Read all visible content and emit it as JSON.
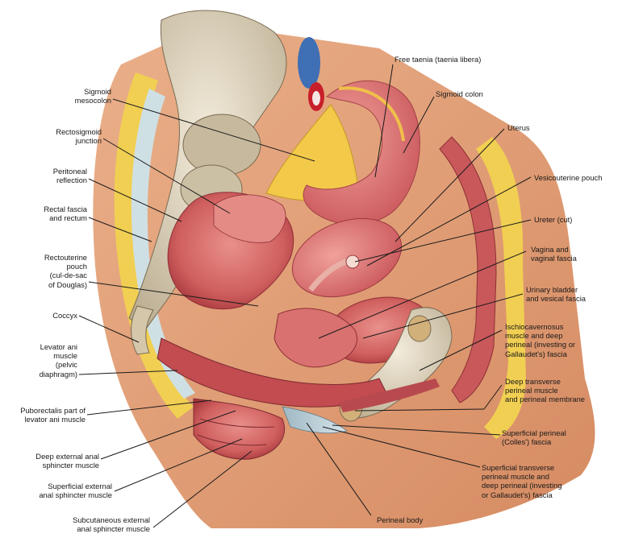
{
  "labels": {
    "free_taenia": "Free taenia (taenia libera)",
    "sigmoid_colon": "Sigmoid colon",
    "uterus": "Uterus",
    "vesicouterine_pouch": "Vesicouterine pouch",
    "ureter": "Ureter (cut)",
    "vagina": "Vagina and\nvaginal fascia",
    "urinary_bladder": "Urinary bladder\nand vesical fascia",
    "ischiocavernosus": "Ischiocavernosus\nmuscle and deep\nperineal (investing or\nGallaudet's) fascia",
    "deep_transverse": "Deep transverse\nperineal muscle\nand perineal membrane",
    "superficial_perineal_fascia": "Superficial perineal\n(Colles') fascia",
    "superficial_transverse": "Superficial transverse\nperineal muscle and\ndeep perineal (investing\nor Gallaudet's) fascia",
    "perineal_body": "Perineal body",
    "sigmoid_mesocolon": "Sigmoid\nmesocolon",
    "rectosigmoid": "Rectosigmoid\njunction",
    "peritoneal_reflection": "Peritoneal\nreflection",
    "rectal_fascia": "Rectal fascia\nand rectum",
    "rectouterine_pouch": "Rectouterine\npouch\n(cul-de-sac\nof Douglas)",
    "coccyx": "Coccyx",
    "levator_ani": "Levator ani\nmuscle\n(pelvic\ndiaphragm)",
    "puborectalis": "Puborectalis part of\nlevator ani muscle",
    "deep_external_anal": "Deep external anal\nsphincter muscle",
    "superficial_external_anal": "Superficial external\nanal sphincter muscle",
    "subcutaneous_external_anal": "Subcutaneous external\nanal sphincter muscle"
  },
  "colors": {
    "skin": "#e2a27a",
    "fat": "#f1cf52",
    "muscle": "#c8585a",
    "bone": "#e8dcc4",
    "fascia": "#b9cdd6",
    "vein": "#3f6fb5",
    "artery": "#c8202a"
  }
}
